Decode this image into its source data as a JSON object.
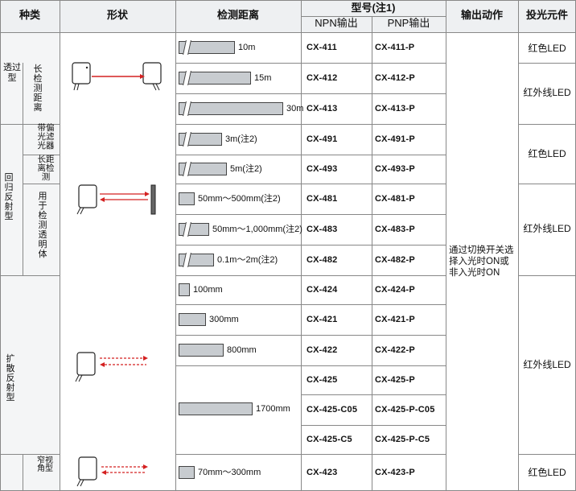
{
  "header": {
    "type": "种类",
    "shape": "形状",
    "distance": "检测距离",
    "model": "型号(注1)",
    "npn": "NPN输出",
    "pnp": "PNP输出",
    "operation": "输出动作",
    "emitter": "投光元件"
  },
  "groups": {
    "thru": "透过型",
    "thru_sub": "长检测距离",
    "retro": "回归反射型",
    "retro_sub1": "带偏光滤光器",
    "retro_sub2": "长距离检测",
    "retro_sub3": "用于检测透明体",
    "diffuse": "扩散反射型",
    "narrow": "窄视角型"
  },
  "rows": [
    {
      "distance": "10m",
      "npn": "CX-411",
      "pnp": "CX-411-P"
    },
    {
      "distance": "15m",
      "npn": "CX-412",
      "pnp": "CX-412-P"
    },
    {
      "distance": "30m",
      "npn": "CX-413",
      "pnp": "CX-413-P"
    },
    {
      "distance": "3m(注2)",
      "npn": "CX-491",
      "pnp": "CX-491-P"
    },
    {
      "distance": "5m(注2)",
      "npn": "CX-493",
      "pnp": "CX-493-P"
    },
    {
      "distance": "50mm～500mm(注2)",
      "npn": "CX-481",
      "pnp": "CX-481-P"
    },
    {
      "distance": "50mm～1,000mm(注2)",
      "npn": "CX-483",
      "pnp": "CX-483-P"
    },
    {
      "distance": "0.1m～2m(注2)",
      "npn": "CX-482",
      "pnp": "CX-482-P"
    },
    {
      "distance": "100mm",
      "npn": "CX-424",
      "pnp": "CX-424-P"
    },
    {
      "distance": "300mm",
      "npn": "CX-421",
      "pnp": "CX-421-P"
    },
    {
      "distance": "800mm",
      "npn": "CX-422",
      "pnp": "CX-422-P"
    },
    {
      "distance": "",
      "npn": "CX-425",
      "pnp": "CX-425-P"
    },
    {
      "distance": "1700mm",
      "npn": "CX-425-C05",
      "pnp": "CX-425-P-C05"
    },
    {
      "distance": "",
      "npn": "CX-425-C5",
      "pnp": "CX-425-P-C5"
    },
    {
      "distance": "70mm～300mm",
      "npn": "CX-423",
      "pnp": "CX-423-P"
    }
  ],
  "operation_text": "通过切换开关选择入光时ON或非入光时ON",
  "emitters": {
    "red1": "红色LED",
    "ir1": "红外线LED",
    "red2": "红色LED",
    "ir2": "红外线LED",
    "ir3": "红外线LED",
    "red3": "红色LED"
  },
  "colors": {
    "beam": "#d42020",
    "bar_fill": "#c8ccd0",
    "header_bg": "#eef0f2"
  }
}
